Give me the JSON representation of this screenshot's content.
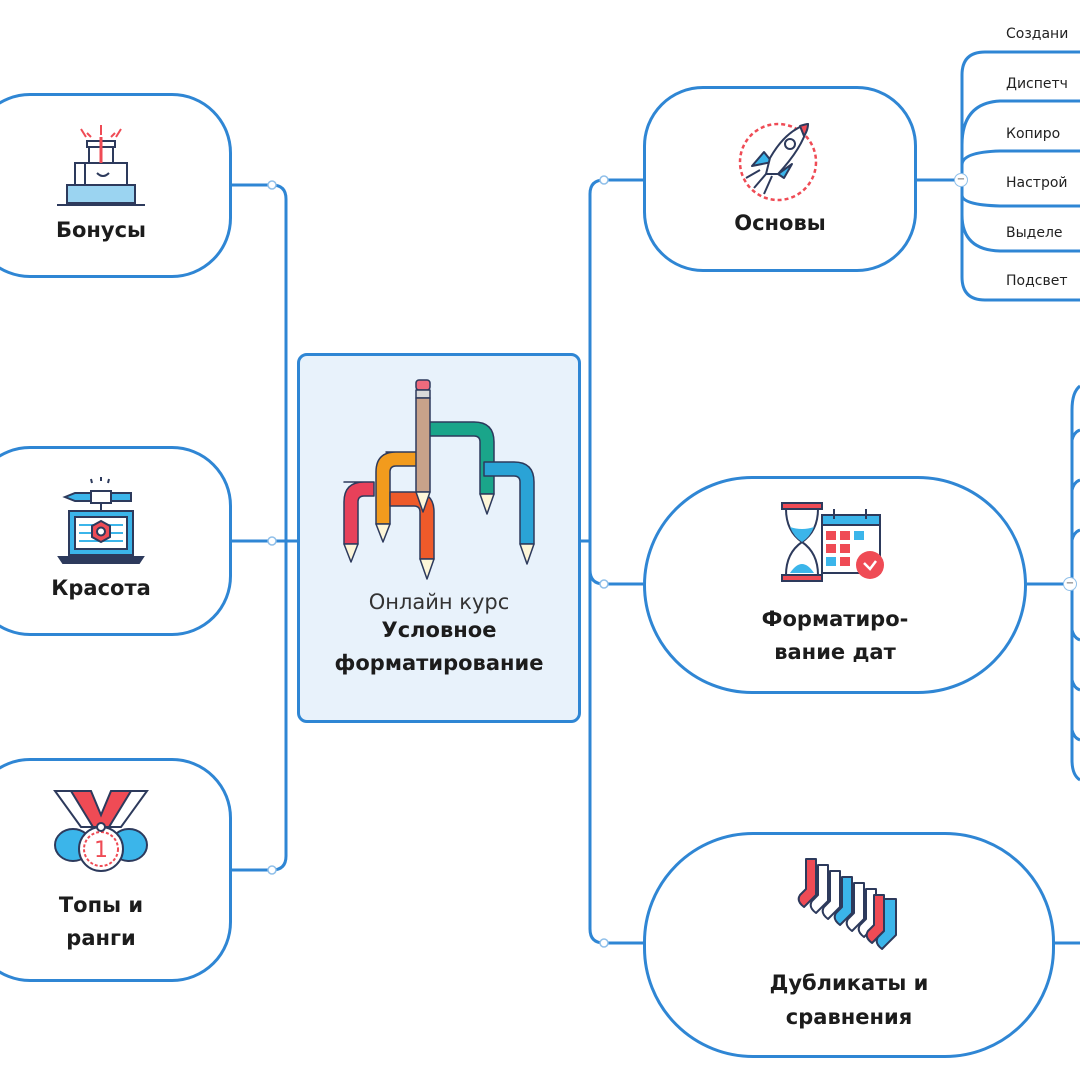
{
  "central": {
    "subtitle": "Онлайн курс",
    "title_line1": "Условное",
    "title_line2": "форматирование",
    "icon": "branching-pencils-icon"
  },
  "left_nodes": [
    {
      "label": "Бонусы",
      "icon": "gift-boxes-icon"
    },
    {
      "label": "Красота",
      "icon": "laptop-design-icon"
    },
    {
      "label_line1": "Топы и",
      "label_line2": "ранги",
      "icon": "medal-icon"
    }
  ],
  "right_nodes": [
    {
      "label": "Основы",
      "icon": "rocket-icon"
    },
    {
      "label_line1": "Форматиро-",
      "label_line2": "вание дат",
      "icon": "hourglass-calendar-icon"
    },
    {
      "label_line1": "Дубликаты и",
      "label_line2": "сравнения",
      "icon": "socks-icon"
    }
  ],
  "osnovy_children": [
    "Создани",
    "Диспетч",
    "Копиро",
    "Настрой",
    "Выделе",
    "Подсвет"
  ],
  "collapse_symbol": "−",
  "colors": {
    "line": "#2f86d4",
    "center_fill": "#e8f2fb",
    "accent_red": "#ef4b55",
    "accent_blue": "#3bb5ea",
    "icon_outline": "#2d3a5c"
  }
}
